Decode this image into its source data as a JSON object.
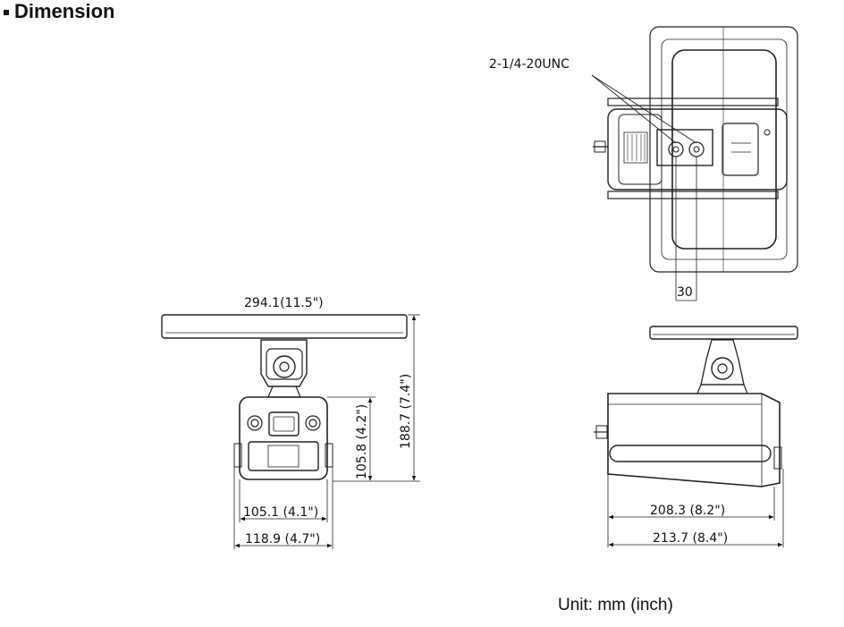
{
  "header": {
    "title": "Dimension"
  },
  "top_view": {
    "thread_label": "2-1/4-20UNC",
    "spacing": "30"
  },
  "front_view": {
    "width_top": "294.1(11.5\")",
    "height_total": "188.7 (7.4\")",
    "height_body": "105.8 (4.2\")",
    "width_body": "105.1 (4.1\")",
    "width_overall": "118.9  (4.7\")"
  },
  "side_view": {
    "length_body": "208.3 (8.2\")",
    "length_overall": "213.7 (8.4\")"
  },
  "footer": {
    "unit": "Unit: mm (inch)"
  }
}
